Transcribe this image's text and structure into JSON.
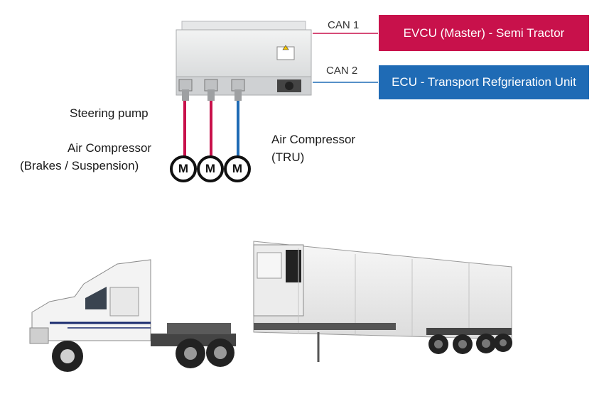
{
  "diagram": {
    "can1": {
      "label": "CAN 1",
      "target": "EVCU (Master) - Semi Tractor",
      "color": "#c8114b"
    },
    "can2": {
      "label": "CAN 2",
      "target": "ECU - Transport Refgrieration Unit",
      "color": "#1f6bb5"
    },
    "loads": {
      "steering": "Steering pump",
      "brakes_line1": "Air Compressor",
      "brakes_line2": "(Brakes / Suspension)",
      "tru_line1": "Air Compressor",
      "tru_line2": "(TRU)"
    },
    "motor_symbol": "M",
    "colors": {
      "tractor_line": "#c8114b",
      "tru_line": "#1f6bb5"
    },
    "images": [
      "inverter-unit-image",
      "semi-tractor-image",
      "refrigerated-trailer-image"
    ]
  }
}
